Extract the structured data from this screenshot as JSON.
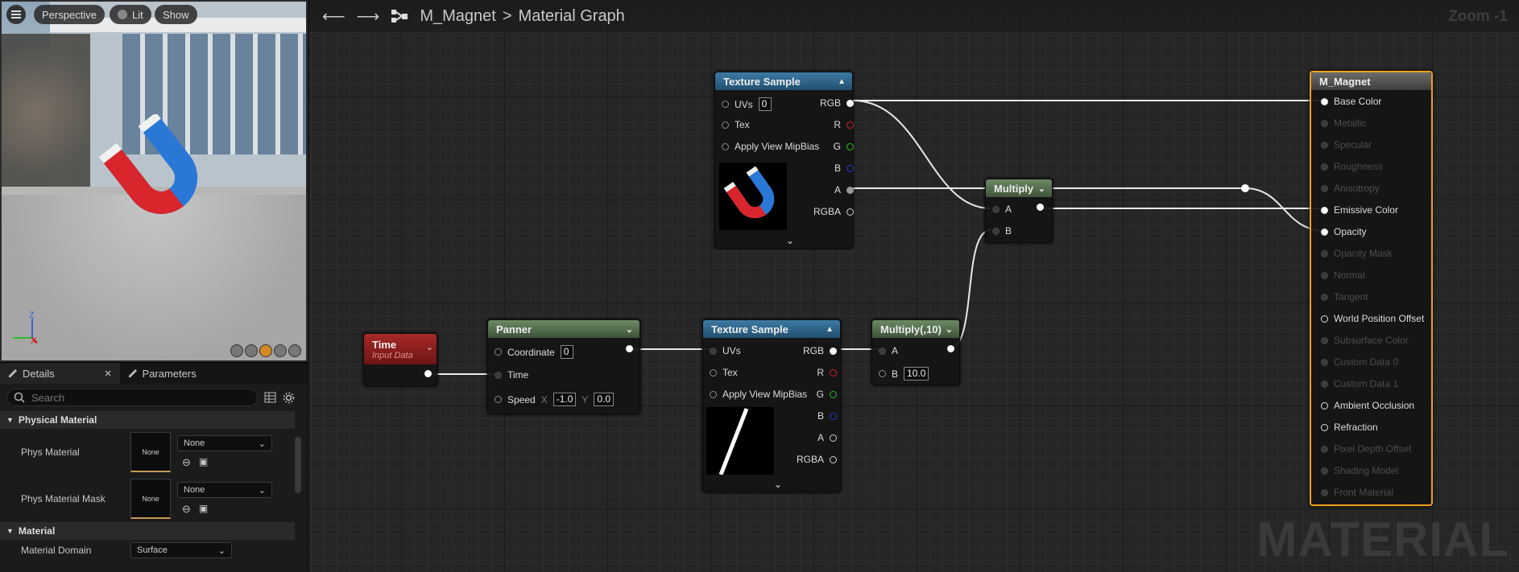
{
  "viewport": {
    "buttons": {
      "perspective": "Perspective",
      "lit": "Lit",
      "show": "Show"
    },
    "axis": {
      "z": "Z",
      "x": "X"
    }
  },
  "details": {
    "tabs": {
      "details": "Details",
      "parameters": "Parameters",
      "close": "×"
    },
    "search": {
      "placeholder": "Search",
      "value": ""
    },
    "sections": {
      "physical": "Physical Material",
      "material": "Material"
    },
    "props": {
      "phys_material": {
        "label": "Phys Material",
        "thumb": "None",
        "value": "None"
      },
      "phys_material_mask": {
        "label": "Phys Material Mask",
        "thumb": "None",
        "value": "None"
      },
      "material_domain": {
        "label": "Material Domain",
        "value": "Surface"
      }
    }
  },
  "graph": {
    "breadcrumb": {
      "asset": "M_Magnet",
      "separator": ">",
      "graph": "Material Graph"
    },
    "zoom": "Zoom -1",
    "watermark": "MATERIAL",
    "nodes": {
      "tex1": {
        "title": "Texture Sample",
        "uvs": "UVs",
        "uvs_value": "0",
        "tex": "Tex",
        "mip": "Apply View MipBias",
        "rgb": "RGB",
        "r": "R",
        "g": "G",
        "b": "B",
        "a": "A",
        "rgba": "RGBA"
      },
      "tex2": {
        "title": "Texture Sample",
        "uvs": "UVs",
        "tex": "Tex",
        "mip": "Apply View MipBias",
        "rgb": "RGB",
        "r": "R",
        "g": "G",
        "b": "B",
        "a": "A",
        "rgba": "RGBA"
      },
      "multiply": {
        "title": "Multiply",
        "a": "A",
        "b": "B"
      },
      "multiply10": {
        "title": "Multiply(,10)",
        "a": "A",
        "b": "B",
        "b_value": "10.0"
      },
      "time": {
        "title": "Time",
        "subtitle": "Input Data"
      },
      "panner": {
        "title": "Panner",
        "coordinate": "Coordinate",
        "coordinate_value": "0",
        "time": "Time",
        "speed": "Speed",
        "x_label": "X",
        "x_value": "-1.0",
        "y_label": "Y",
        "y_value": "0.0"
      },
      "result": {
        "title": "M_Magnet",
        "pins": [
          {
            "label": "Base Color",
            "enabled": true
          },
          {
            "label": "Metallic",
            "enabled": false
          },
          {
            "label": "Specular",
            "enabled": false
          },
          {
            "label": "Roughness",
            "enabled": false
          },
          {
            "label": "Anisotropy",
            "enabled": false
          },
          {
            "label": "Emissive Color",
            "enabled": true
          },
          {
            "label": "Opacity",
            "enabled": true
          },
          {
            "label": "Opacity Mask",
            "enabled": false
          },
          {
            "label": "Normal",
            "enabled": false
          },
          {
            "label": "Tangent",
            "enabled": false
          },
          {
            "label": "World Position Offset",
            "enabled": true
          },
          {
            "label": "Subsurface Color",
            "enabled": false
          },
          {
            "label": "Custom Data 0",
            "enabled": false
          },
          {
            "label": "Custom Data 1",
            "enabled": false
          },
          {
            "label": "Ambient Occlusion",
            "enabled": true
          },
          {
            "label": "Refraction",
            "enabled": true
          },
          {
            "label": "Pixel Depth Offset",
            "enabled": false
          },
          {
            "label": "Shading Model",
            "enabled": false
          },
          {
            "label": "Front Material",
            "enabled": false
          }
        ]
      }
    }
  }
}
